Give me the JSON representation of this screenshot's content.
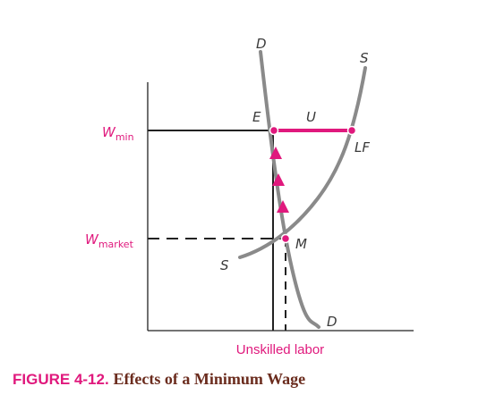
{
  "diagram": {
    "demand_label_top": "D",
    "demand_label_bottom": "D",
    "supply_label_top": "S",
    "supply_label_bottom": "S",
    "point_e": "E",
    "point_m": "M",
    "unemployment_label": "U",
    "lf_label": "LF",
    "wmin_main": "W",
    "wmin_sub": "min",
    "wmarket_main": "W",
    "wmarket_sub": "market",
    "x_axis_title": "Unskilled labor",
    "colors": {
      "accent": "#e0197d",
      "curve": "#8a8a8a",
      "axis": "#222222"
    }
  },
  "caption": {
    "label": "FIGURE 4-12.",
    "title": "Effects of a Minimum Wage"
  }
}
